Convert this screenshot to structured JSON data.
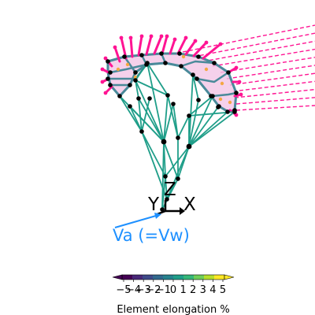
{
  "axes": {
    "x": "X",
    "y": "Y",
    "z": "Z"
  },
  "wind_label": "Va (=Vw)",
  "colorbar": {
    "title": "Element elongation %",
    "ticks": [
      "−5",
      "−4",
      "−3",
      "−2",
      "−1",
      "0",
      "1",
      "2",
      "3",
      "4",
      "5"
    ],
    "colormap": [
      "#440154",
      "#482878",
      "#3e4989",
      "#31688e",
      "#26828e",
      "#1f9e89",
      "#35b779",
      "#6ece58",
      "#b5de2b",
      "#fde725"
    ]
  },
  "colors": {
    "lines": "#1f9e89",
    "canopy_frame": "#4a8a9a",
    "canopy_fill": "#f2c6e6",
    "forces": "#ff1493",
    "wind": "#1e90ff",
    "nodes": "#000000",
    "markers": "#f4a742"
  }
}
